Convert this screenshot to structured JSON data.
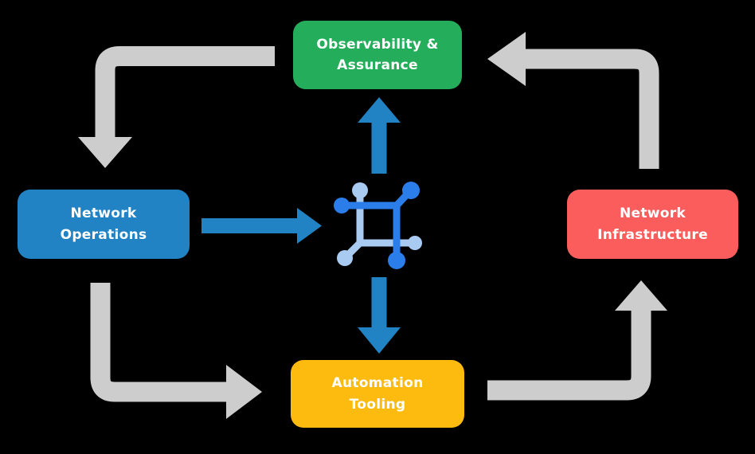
{
  "theme": {
    "background": "#000000",
    "green": "#24AD5B",
    "blue": "#2183C4",
    "red": "#FB5D5D",
    "yellow": "#FDBB10",
    "arrow-gray": "#CDCDCD",
    "arrow-blue": "#2183C4",
    "icon-dark": "#2B7DE9",
    "icon-light": "#A9CAF1",
    "text": "#FFFFFF"
  },
  "nodes": {
    "observability": {
      "line1": "Observability &",
      "line2": "Assurance"
    },
    "operations": {
      "line1": "Network",
      "line2": "Operations"
    },
    "infrastructure": {
      "line1": "Network",
      "line2": "Infrastructure"
    },
    "automation": {
      "line1": "Automation",
      "line2": "Tooling"
    }
  },
  "icons": {
    "center": "network-nodes-icon"
  },
  "arrows": [
    {
      "from": "observability",
      "to": "operations",
      "style": "gray-elbow",
      "direction": "left-then-down"
    },
    {
      "from": "operations",
      "to": "automation",
      "style": "gray-elbow",
      "direction": "down-then-right"
    },
    {
      "from": "automation",
      "to": "infrastructure",
      "style": "gray-elbow",
      "direction": "right-then-up"
    },
    {
      "from": "infrastructure",
      "to": "observability",
      "style": "gray-elbow",
      "direction": "up-then-left"
    },
    {
      "from": "operations",
      "to": "center",
      "style": "blue-straight",
      "direction": "right"
    },
    {
      "from": "center",
      "to": "observability",
      "style": "blue-straight",
      "direction": "up"
    },
    {
      "from": "center",
      "to": "automation",
      "style": "blue-straight",
      "direction": "down"
    }
  ]
}
